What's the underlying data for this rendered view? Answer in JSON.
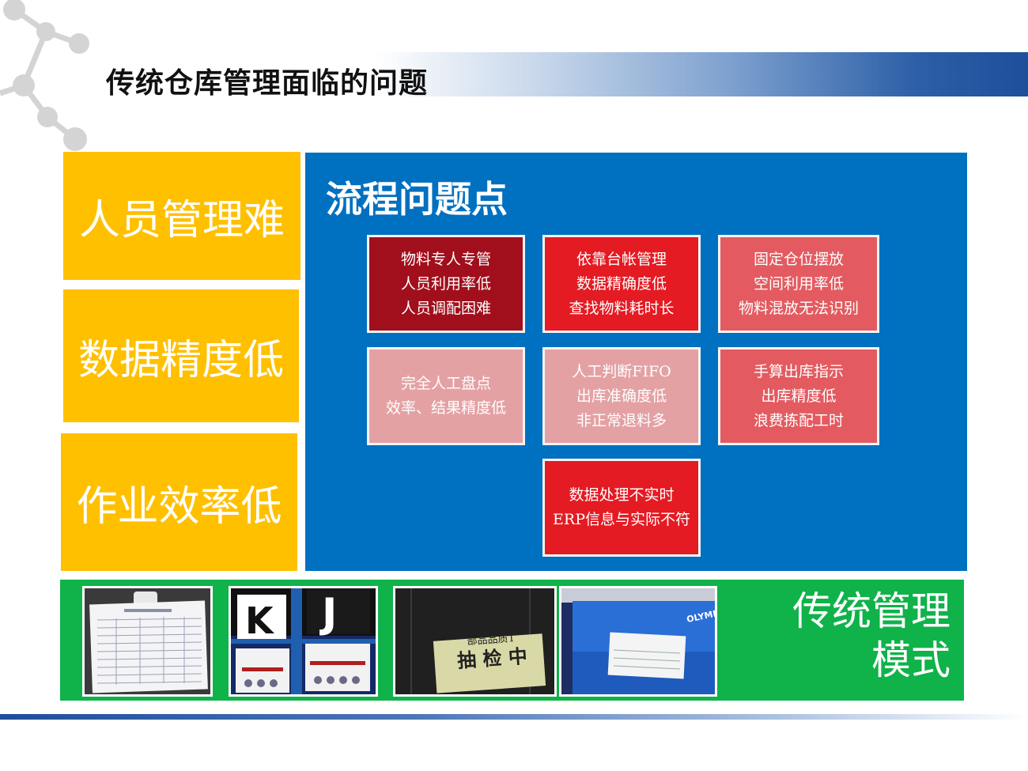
{
  "header": {
    "title": "传统仓库管理面临的问题"
  },
  "left_boxes": [
    {
      "label": "人员管理难"
    },
    {
      "label": "数据精度低"
    },
    {
      "label": "作业效率低"
    }
  ],
  "process_panel": {
    "title": "流程问题点",
    "items": [
      {
        "lines": [
          "物料专人专管",
          "人员利用率低",
          "人员调配困难"
        ],
        "color": "#a10f1c"
      },
      {
        "lines": [
          "依靠台帐管理",
          "数据精确度低",
          "查找物料耗时长"
        ],
        "color": "#e41b23"
      },
      {
        "lines": [
          "固定仓位摆放",
          "空间利用率低",
          "物料混放无法识别"
        ],
        "color": "#e35b60"
      },
      {
        "lines": [
          "完全人工盘点",
          "效率、结果精度低"
        ],
        "color": "#e4a1a4"
      },
      {
        "lines": [
          "人工判断FIFO",
          "出库准确度低",
          "非正常退料多"
        ],
        "color": "#e4a1a4"
      },
      {
        "lines": [
          "手算出库指示",
          "出库精度低",
          "浪费拣配工时"
        ],
        "color": "#e35b60"
      },
      {
        "lines": [
          "数据处理不实时",
          "ERP信息与实际不符"
        ],
        "color": "#e41b23"
      }
    ]
  },
  "bottom_band": {
    "label_lines": [
      "传统管理",
      "模式"
    ],
    "photos": {
      "photo2_letters": [
        "K",
        "J"
      ],
      "photo3_sign": [
        "部品品质T",
        "抽 检 中"
      ],
      "photo4_brand": "OLYMPU"
    }
  },
  "colors": {
    "yellow": "#ffc000",
    "blue": "#0070c0",
    "green": "#10b24a",
    "dark_red": "#a10f1c",
    "red": "#e41b23",
    "salmon": "#e35b60",
    "pink": "#e4a1a4"
  }
}
